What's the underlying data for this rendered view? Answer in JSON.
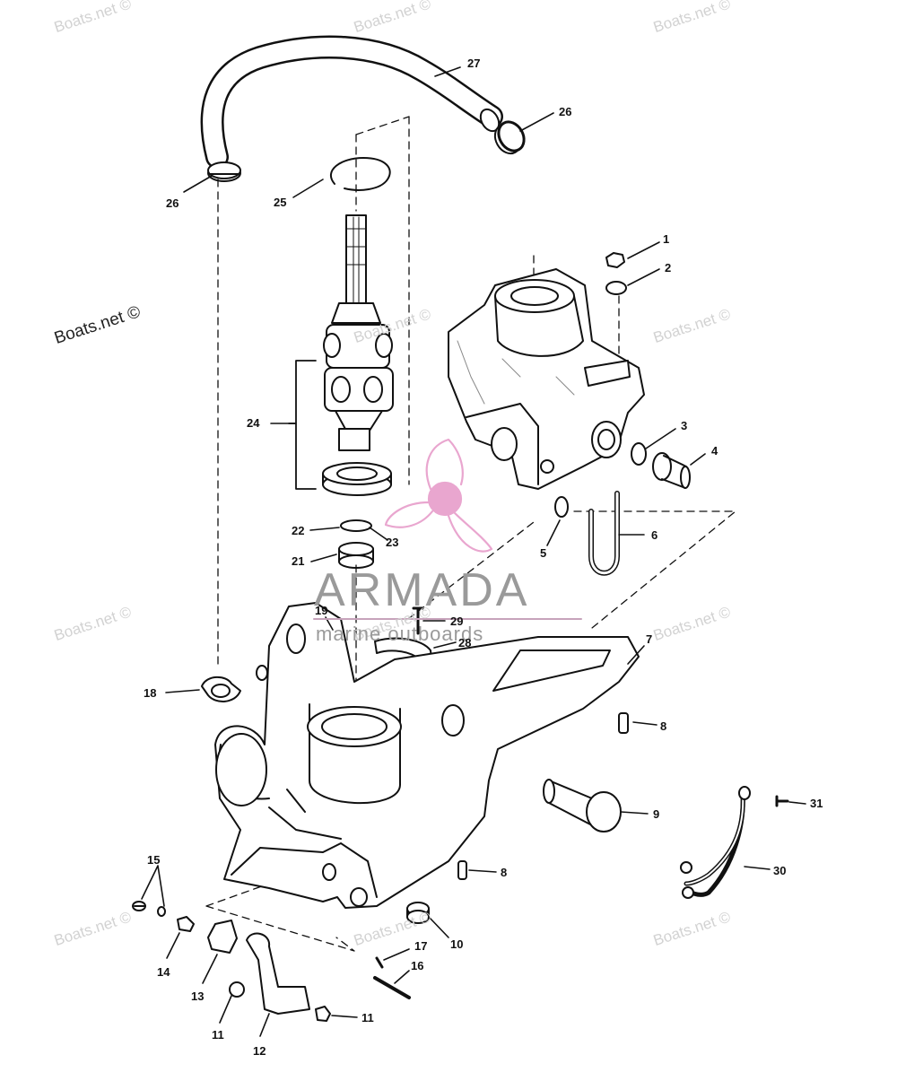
{
  "watermarks": [
    "Boats.net ©",
    "Boats.net ©",
    "Boats.net ©",
    "Boats.net ©",
    "Boats.net ©",
    "Boats.net ©",
    "Boats.net ©",
    "Boats.net ©",
    "Boats.net ©",
    "Boats.net ©",
    "Boats.net ©",
    "Boats.net ©"
  ],
  "logo": {
    "word": "ARMADA",
    "tagline": "marine outboards",
    "accent": "#e9a6cf"
  },
  "parts": [
    {
      "label": "1"
    },
    {
      "label": "2"
    },
    {
      "label": "3"
    },
    {
      "label": "4"
    },
    {
      "label": "5"
    },
    {
      "label": "6"
    },
    {
      "label": "7"
    },
    {
      "label": "8"
    },
    {
      "label": "8"
    },
    {
      "label": "9"
    },
    {
      "label": "10"
    },
    {
      "label": "11"
    },
    {
      "label": "11"
    },
    {
      "label": "12"
    },
    {
      "label": "13"
    },
    {
      "label": "14"
    },
    {
      "label": "15"
    },
    {
      "label": "16"
    },
    {
      "label": "17"
    },
    {
      "label": "18"
    },
    {
      "label": "19"
    },
    {
      "label": "21"
    },
    {
      "label": "22"
    },
    {
      "label": "23"
    },
    {
      "label": "24"
    },
    {
      "label": "25"
    },
    {
      "label": "26"
    },
    {
      "label": "26"
    },
    {
      "label": "27"
    },
    {
      "label": "28"
    },
    {
      "label": "29"
    },
    {
      "label": "30"
    },
    {
      "label": "31"
    }
  ]
}
